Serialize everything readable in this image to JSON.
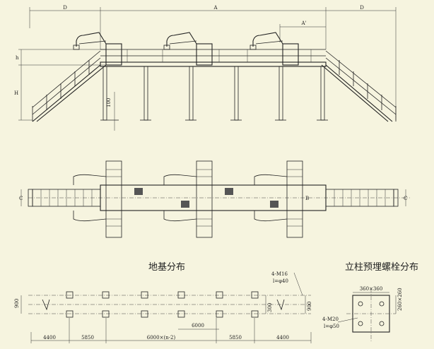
{
  "elevation": {
    "dim_D_left": "D",
    "dim_A": "A",
    "dim_D_right": "D",
    "dim_A_prime": "A'",
    "dim_h": "h",
    "dim_H": "H",
    "dim_100": "100"
  },
  "plan": {
    "dim_C_left": "C",
    "dim_B": "B",
    "dim_C_right": "C"
  },
  "foundation": {
    "title": "地基分布",
    "bolt_callout_1": "4-M16",
    "bolt_callout_1_sub": "l=φ40",
    "dim_900_left": "900",
    "dim_900_right": "900",
    "dim_300": "300",
    "dim_6000": "6000",
    "bottom_dims": [
      "4400",
      "5850",
      "6000×(n-2)",
      "5850",
      "4400"
    ]
  },
  "column_bolts": {
    "title": "立柱预埋螺栓分布",
    "dim_360": "360×360",
    "dim_260": "260×260",
    "bolt_callout": "4-M20",
    "bolt_callout_sub": "l=φ50"
  },
  "colors": {
    "background": "#f6f4df",
    "line": "#222222"
  }
}
